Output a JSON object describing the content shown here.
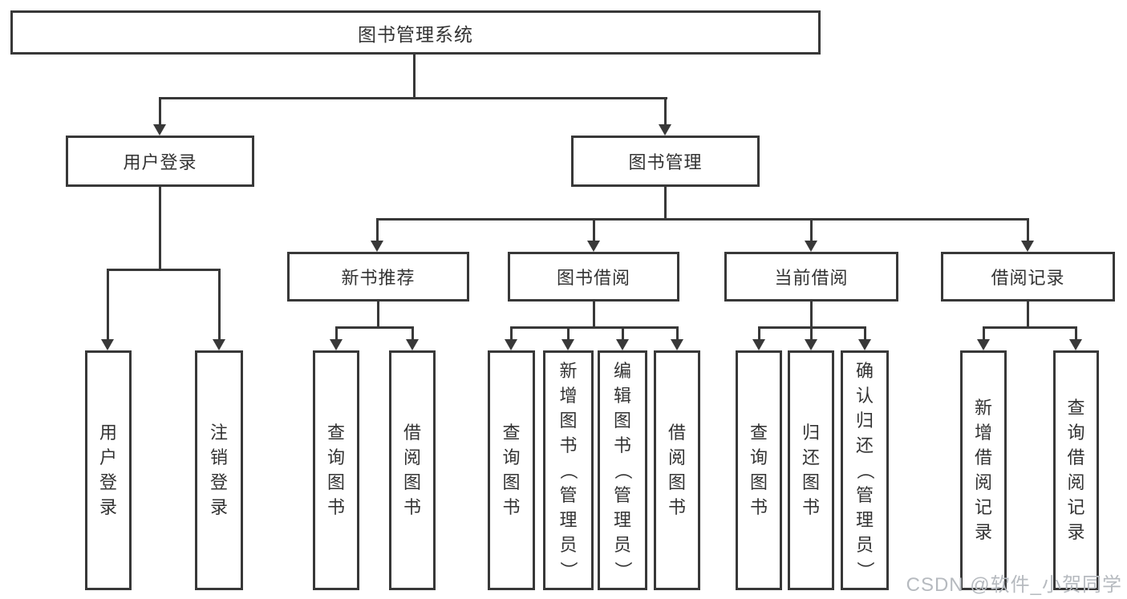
{
  "colors": {
    "line": "#383838",
    "text": "#333333",
    "watermark": "#b6babf",
    "background": "#ffffff"
  },
  "watermark": "CSDN @软件_小贺同学",
  "tree": {
    "root": "图书管理系统",
    "login": {
      "label": "用户登录",
      "children": [
        "用户登录",
        "注销登录"
      ]
    },
    "mgmt": {
      "label": "图书管理",
      "groups": [
        {
          "label": "新书推荐",
          "children": [
            "查询图书",
            "借阅图书"
          ]
        },
        {
          "label": "图书借阅",
          "children": [
            "查询图书",
            "新增图书（管理员）",
            "编辑图书（管理员）",
            "借阅图书"
          ]
        },
        {
          "label": "当前借阅",
          "children": [
            "查询图书",
            "归还图书",
            "确认归还（管理员）"
          ]
        },
        {
          "label": "借阅记录",
          "children": [
            "新增借阅记录",
            "查询借阅记录"
          ]
        }
      ]
    }
  }
}
